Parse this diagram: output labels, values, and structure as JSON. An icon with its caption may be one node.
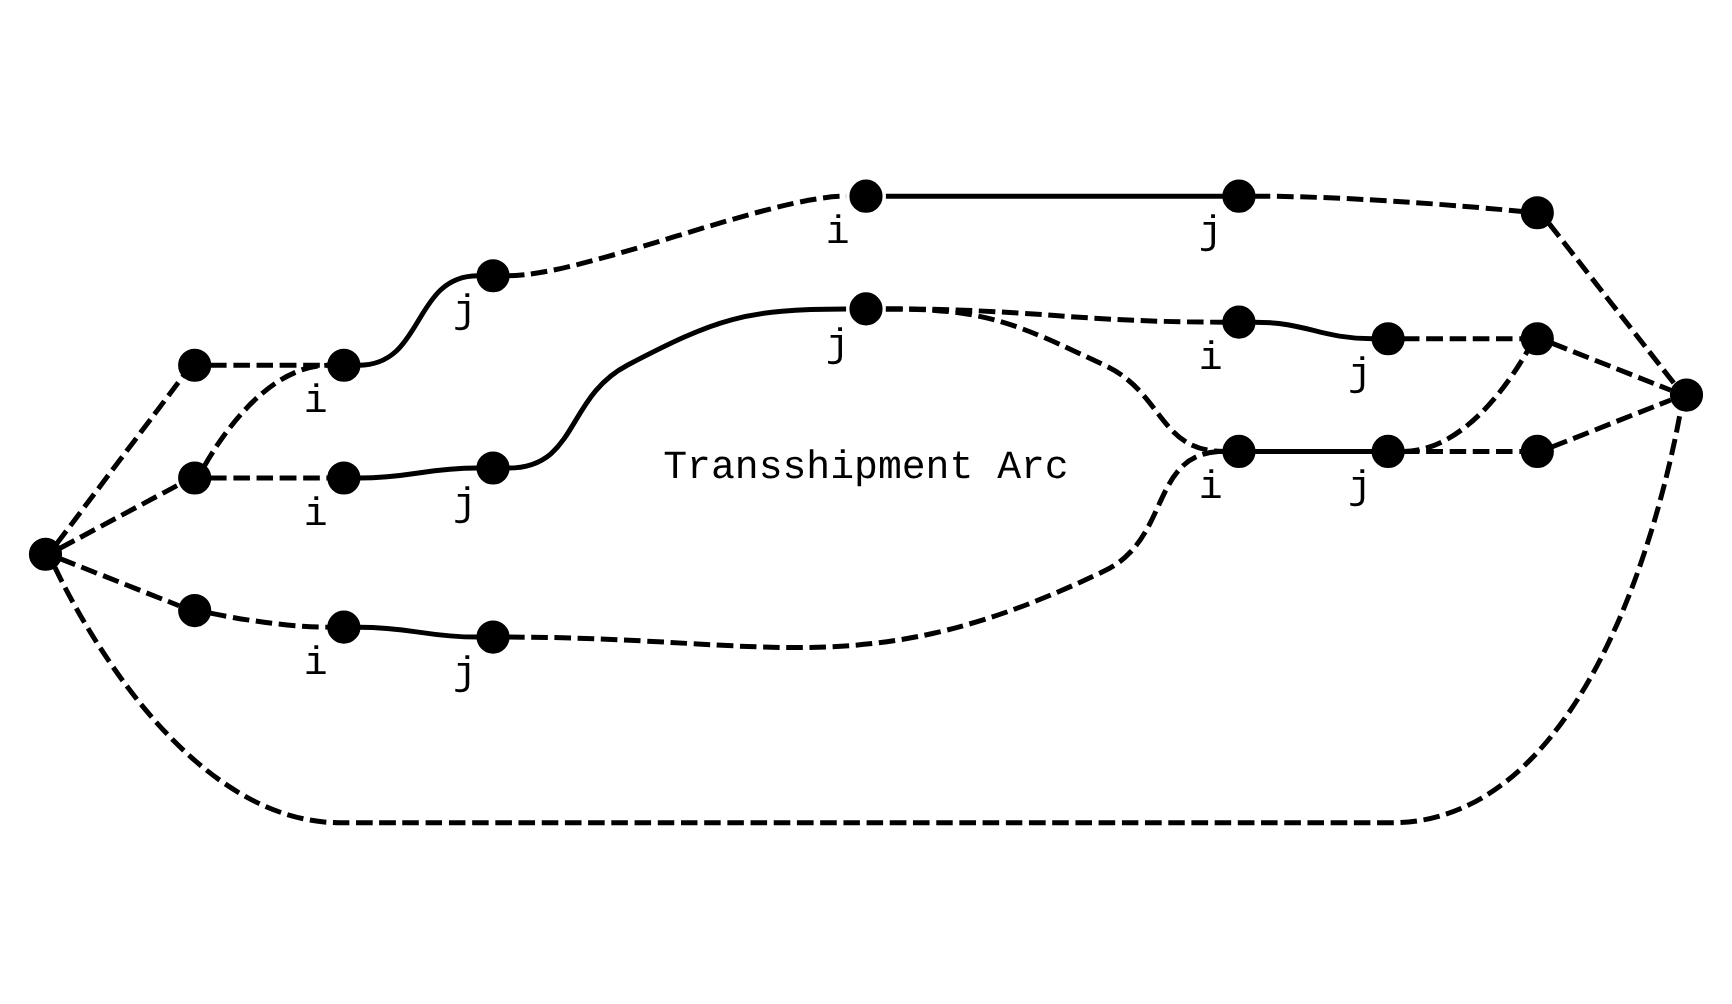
{
  "diagram": {
    "nodes": [
      {
        "text": [],
        "shape": "circle"
      },
      {
        "text": [],
        "shape": "circle"
      },
      {
        "text": [],
        "shape": "circle"
      },
      {
        "text": [],
        "shape": "circle"
      },
      {
        "text": [],
        "shape": "circle",
        "beside": [
          "i"
        ]
      },
      {
        "text": [],
        "shape": "circle",
        "beside": [
          "j"
        ]
      },
      {
        "text": [],
        "shape": "circle",
        "beside": [
          "i"
        ]
      },
      {
        "text": [],
        "shape": "circle",
        "beside": [
          "j"
        ]
      },
      {
        "text": [],
        "shape": "circle"
      },
      {
        "text": [],
        "shape": "circle",
        "beside": [
          "i"
        ]
      },
      {
        "text": [],
        "shape": "circle",
        "beside": [
          "j"
        ]
      },
      {
        "text": [],
        "shape": "circle",
        "beside": [
          "j"
        ]
      },
      {
        "text": [],
        "shape": "circle",
        "beside": [
          "i"
        ]
      },
      {
        "text": [],
        "shape": "circle",
        "beside": [
          "j"
        ]
      },
      {
        "text": [],
        "shape": "circle"
      },
      {
        "text": [],
        "shape": "circle",
        "beside": [
          "i"
        ]
      },
      {
        "text": [],
        "shape": "circle",
        "beside": [
          "j"
        ]
      },
      {
        "text": [],
        "shape": "circle",
        "beside": [
          "i"
        ]
      },
      {
        "text": [],
        "shape": "circle",
        "beside": [
          "j"
        ]
      },
      {
        "text": [],
        "shape": "circle"
      },
      {
        "text": [],
        "shape": "circle"
      }
    ],
    "edges": [
      {
        "from": 0,
        "to": 20,
        "arrow": "none",
        "style": "dashed"
      },
      {
        "from": 0,
        "to": 1,
        "arrow": "none",
        "style": "dashed"
      },
      {
        "from": 0,
        "to": 2,
        "arrow": "none",
        "style": "dashed"
      },
      {
        "from": 0,
        "to": 3,
        "arrow": "none",
        "style": "dashed"
      },
      {
        "from": 1,
        "to": 4,
        "arrow": "none",
        "style": "dashed"
      },
      {
        "from": 2,
        "to": 4,
        "arrow": "none",
        "style": "dashed"
      },
      {
        "from": 4,
        "to": 5,
        "arrow": "none"
      },
      {
        "from": 5,
        "to": 6,
        "arrow": "none",
        "style": "dashed"
      },
      {
        "from": 6,
        "to": 7,
        "arrow": "none"
      },
      {
        "from": 7,
        "to": 8,
        "arrow": "none",
        "style": "dashed"
      },
      {
        "from": 8,
        "to": 20,
        "arrow": "none",
        "style": "dashed"
      },
      {
        "from": 2,
        "to": 9,
        "arrow": "none",
        "style": "dashed"
      },
      {
        "from": 9,
        "to": 10,
        "arrow": "none"
      },
      {
        "from": 10,
        "to": 11,
        "arrow": "none"
      },
      {
        "from": 11,
        "to": 12,
        "arrow": "none",
        "style": "dashed"
      },
      {
        "from": 12,
        "to": 13,
        "arrow": "none"
      },
      {
        "from": 13,
        "to": 14,
        "arrow": "none",
        "style": "dashed"
      },
      {
        "from": 14,
        "to": 20,
        "arrow": "none",
        "style": "dashed"
      },
      {
        "from": 11,
        "to": 17,
        "arrow": "none",
        "style": "dashed"
      },
      {
        "from": 3,
        "to": 15,
        "arrow": "none",
        "style": "dashed"
      },
      {
        "from": 15,
        "to": 16,
        "arrow": "none"
      },
      {
        "from": 16,
        "to": 17,
        "arrow": "none",
        "style": "dashed"
      },
      {
        "from": 17,
        "to": 18,
        "arrow": "none"
      },
      {
        "from": 18,
        "to": 14,
        "arrow": "none",
        "style": "dashed"
      },
      {
        "from": 18,
        "to": 19,
        "arrow": "none",
        "style": "dashed"
      },
      {
        "from": 19,
        "to": 20,
        "arrow": "none",
        "style": "dashed"
      }
    ],
    "labels": [
      "Transshipment Arc"
    ]
  }
}
